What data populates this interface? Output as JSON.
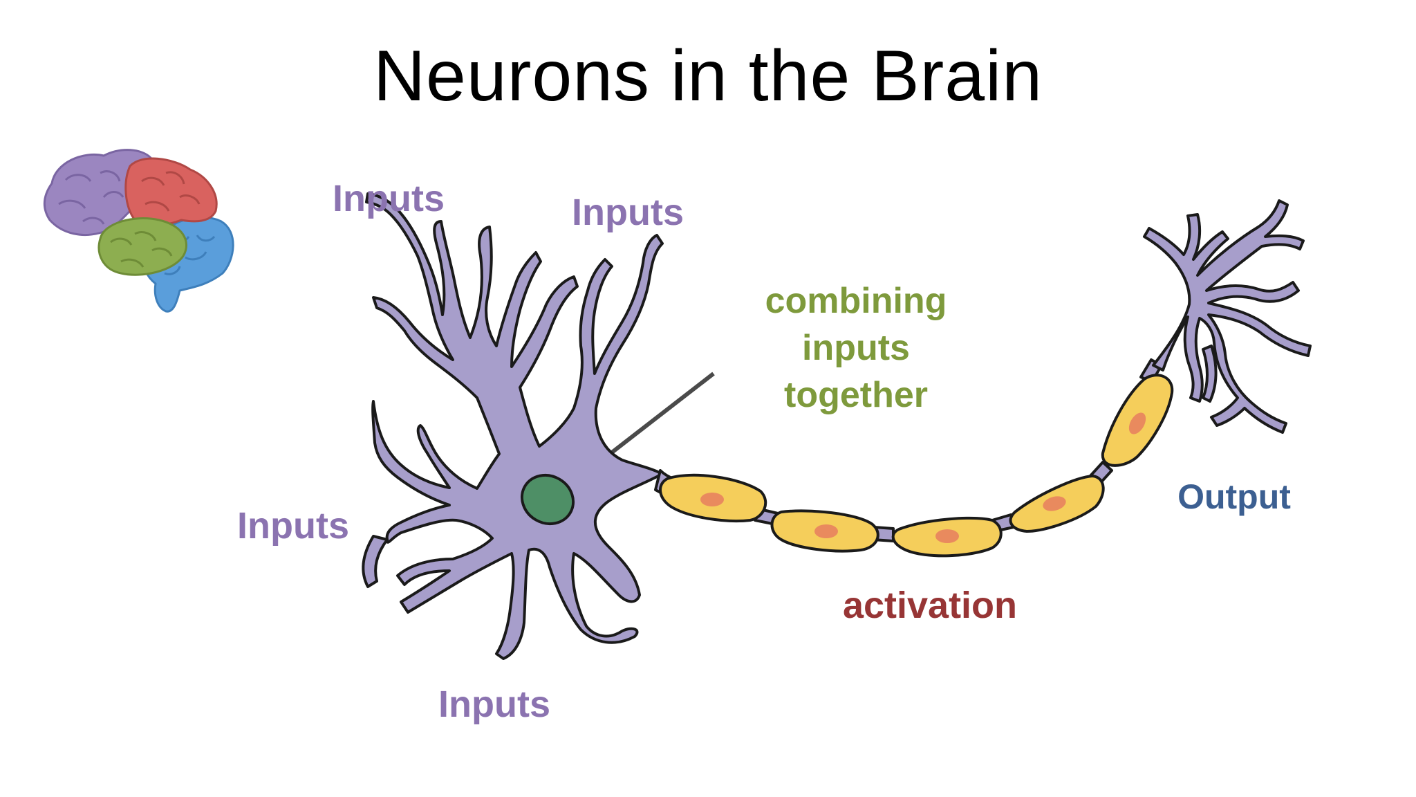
{
  "title": "Neurons in the Brain",
  "labels": {
    "inputs_top_left": "Inputs",
    "inputs_top_right": "Inputs",
    "inputs_left": "Inputs",
    "inputs_bottom": "Inputs",
    "combining_line1": "combining",
    "combining_line2": "inputs",
    "combining_line3": "together",
    "activation": "activation",
    "output": "Output"
  },
  "colors": {
    "inputs": "#8B73B0",
    "combining": "#7E9A3C",
    "activation": "#973535",
    "output": "#3C5F91",
    "neuron_body": "#A79ECB",
    "nucleus": "#4E8F66",
    "myelin": "#F5CE5B",
    "myelin_node": "#E98A5E",
    "brain_purple": "#9B86C0",
    "brain_red": "#D9625F",
    "brain_green": "#8DAE50",
    "brain_blue": "#5A9EDB"
  },
  "icons": {
    "brain": "brain-icon"
  }
}
